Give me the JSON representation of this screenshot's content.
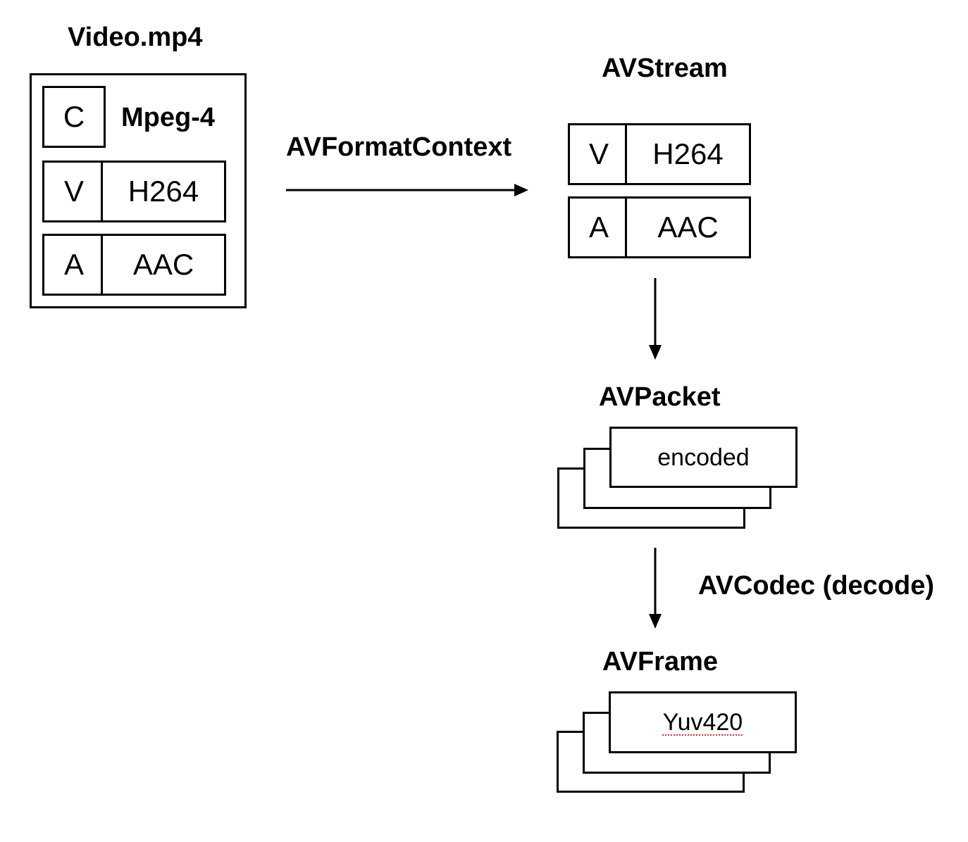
{
  "container": {
    "title": "Video.mp4",
    "format_tag": "C",
    "format_name": "Mpeg-4",
    "tracks": [
      {
        "tag": "V",
        "codec": "H264"
      },
      {
        "tag": "A",
        "codec": "AAC"
      }
    ]
  },
  "demux": {
    "label": "AVFormatContext"
  },
  "stream": {
    "title": "AVStream",
    "tracks": [
      {
        "tag": "V",
        "codec": "H264"
      },
      {
        "tag": "A",
        "codec": "AAC"
      }
    ]
  },
  "packet": {
    "title": "AVPacket",
    "content": "encoded"
  },
  "decode": {
    "label": "AVCodec (decode)"
  },
  "frame": {
    "title": "AVFrame",
    "content": "Yuv420"
  }
}
